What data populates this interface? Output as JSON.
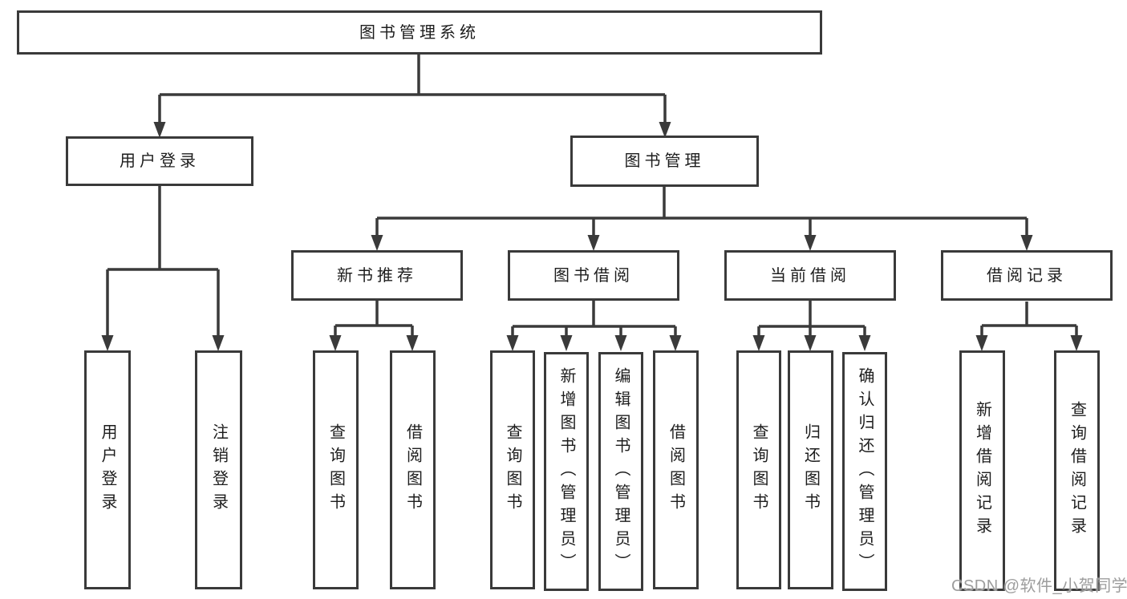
{
  "diagram": {
    "root": {
      "label": "图书管理系统"
    },
    "level2": [
      {
        "label": "用户登录"
      },
      {
        "label": "图书管理"
      }
    ],
    "level3": [
      {
        "label": "新书推荐",
        "parent": "图书管理"
      },
      {
        "label": "图书借阅",
        "parent": "图书管理"
      },
      {
        "label": "当前借阅",
        "parent": "图书管理"
      },
      {
        "label": "借阅记录",
        "parent": "图书管理"
      }
    ],
    "leaves": [
      {
        "label": "用户登录",
        "parent": "用户登录"
      },
      {
        "label": "注销登录",
        "parent": "用户登录"
      },
      {
        "label": "查询图书",
        "parent": "新书推荐"
      },
      {
        "label": "借阅图书",
        "parent": "新书推荐"
      },
      {
        "label": "查询图书",
        "parent": "图书借阅"
      },
      {
        "label": "新增图书（管理员）",
        "parent": "图书借阅"
      },
      {
        "label": "编辑图书（管理员）",
        "parent": "图书借阅"
      },
      {
        "label": "借阅图书",
        "parent": "图书借阅"
      },
      {
        "label": "查询图书",
        "parent": "当前借阅"
      },
      {
        "label": "归还图书",
        "parent": "当前借阅"
      },
      {
        "label": "确认归还（管理员）",
        "parent": "当前借阅"
      },
      {
        "label": "新增借阅记录",
        "parent": "借阅记录"
      },
      {
        "label": "查询借阅记录",
        "parent": "借阅记录"
      }
    ],
    "watermark": "CSDN @软件_小贺同学",
    "colors": {
      "line": "#3a3a3a",
      "box_border": "#3a3a3a",
      "box_fill": "#ffffff",
      "text": "#1d1d1d",
      "watermark": "#9d9d9d"
    }
  }
}
